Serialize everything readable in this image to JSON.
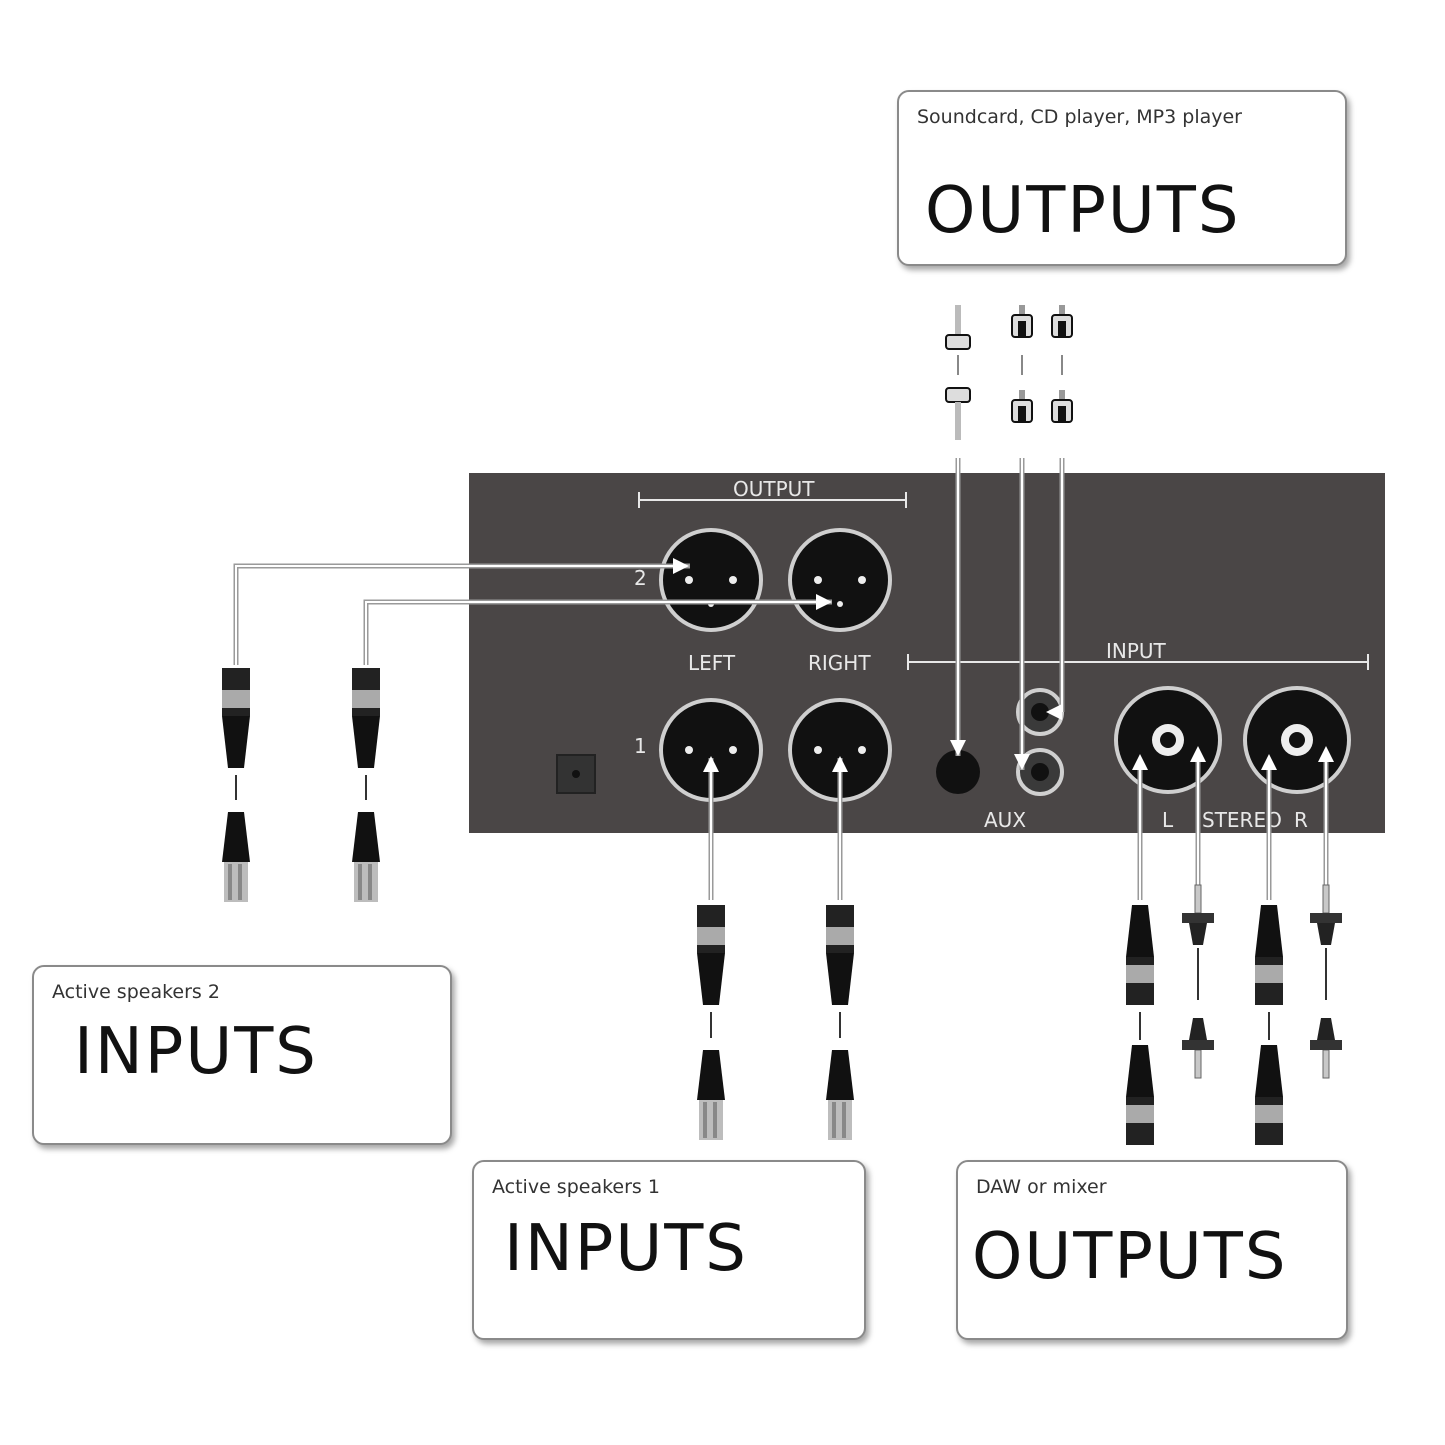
{
  "boxes": {
    "source_outputs": {
      "subtitle": "Soundcard, CD player, MP3 player",
      "title": "OUTPUTS"
    },
    "speakers2_inputs": {
      "subtitle": "Active speakers 2",
      "title": "INPUTS"
    },
    "speakers1_inputs": {
      "subtitle": "Active speakers 1",
      "title": "INPUTS"
    },
    "daw_outputs": {
      "subtitle": "DAW or mixer",
      "title": "OUTPUTS"
    }
  },
  "panel": {
    "output_section": "OUTPUT",
    "input_section": "INPUT",
    "row_2": "2",
    "row_1": "1",
    "left": "LEFT",
    "right": "RIGHT",
    "aux": "AUX",
    "stereo": "STEREO",
    "stereo_l": "L",
    "stereo_r": "R"
  },
  "colors": {
    "panel": "#4a4646",
    "cable": "#9a9a9a",
    "connector": "#111111",
    "arrow": "#ffffff"
  }
}
